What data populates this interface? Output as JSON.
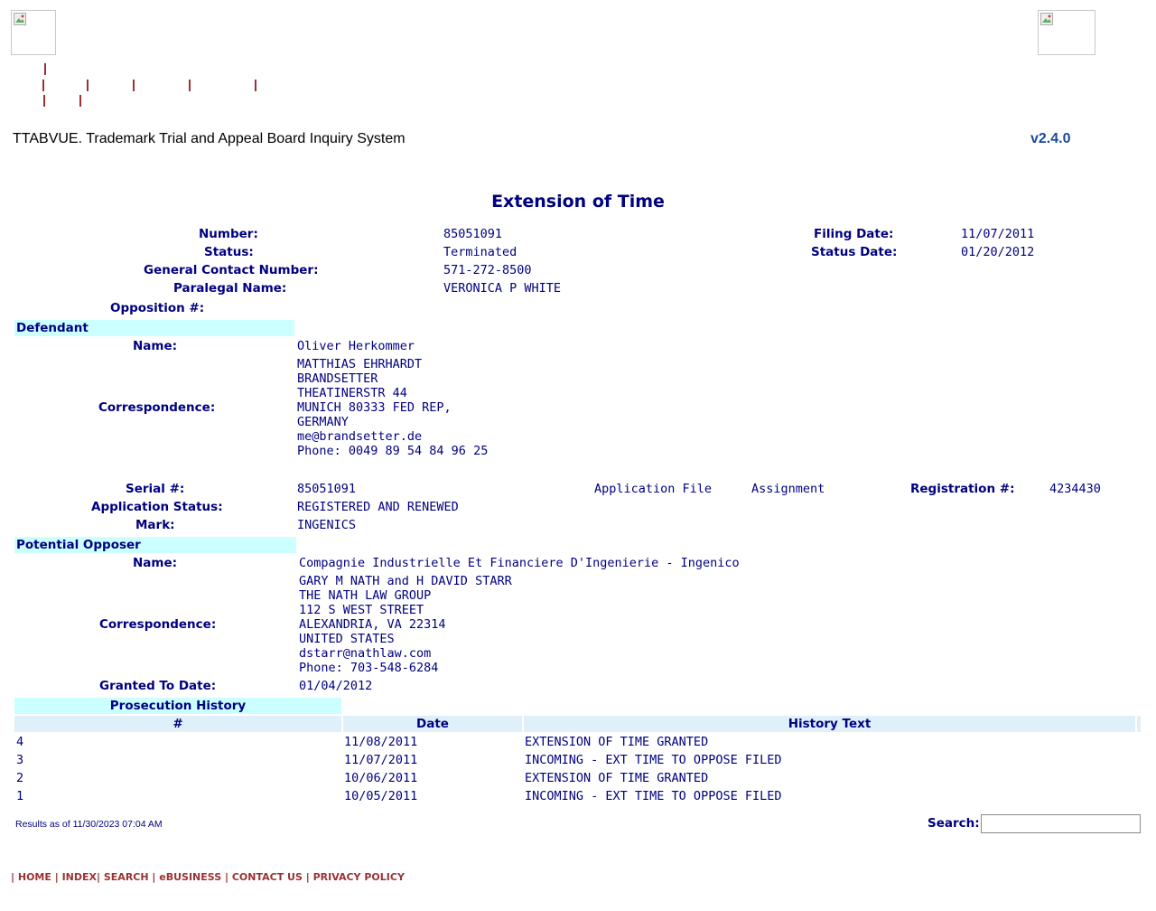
{
  "header": {
    "title": "TTABVUE. Trademark Trial and Appeal Board Inquiry System",
    "version": "v2.4.0"
  },
  "page_title": "Extension of Time",
  "summary": {
    "number_label": "Number:",
    "number": "85051091",
    "status_label": "Status:",
    "status": "Terminated",
    "contact_label": "General Contact Number:",
    "contact": "571-272-8500",
    "paralegal_label": "Paralegal Name:",
    "paralegal": "VERONICA P WHITE",
    "opposition_label": "Opposition #:",
    "filing_date_label": "Filing Date:",
    "filing_date": "11/07/2011",
    "status_date_label": "Status Date:",
    "status_date": "01/20/2012"
  },
  "defendant": {
    "section": "Defendant",
    "name_label": "Name:",
    "name": "Oliver Herkommer",
    "corr_label": "Correspondence:",
    "corr": [
      "MATTHIAS EHRHARDT",
      "BRANDSETTER",
      "THEATINERSTR 44",
      "MUNICH 80333 FED REP,",
      "GERMANY",
      "me@brandsetter.de",
      "Phone: 0049 89 54 84 96 25"
    ]
  },
  "mark_info": {
    "serial_label": "Serial #:",
    "serial": "85051091",
    "app_file_link": "Application File",
    "assignment_link": "Assignment",
    "reg_label": "Registration #:",
    "reg": "4234430",
    "app_status_label": "Application Status:",
    "app_status": "REGISTERED AND RENEWED",
    "mark_label": "Mark:",
    "mark": "INGENICS"
  },
  "opposer": {
    "section": "Potential Opposer",
    "name_label": "Name:",
    "name": "Compagnie Industrielle Et Financiere D'Ingenierie - Ingenico",
    "corr_label": "Correspondence:",
    "corr": [
      "GARY M NATH and H DAVID STARR",
      "THE NATH LAW GROUP",
      "112 S WEST STREET",
      "ALEXANDRIA, VA 22314",
      "UNITED STATES",
      "dstarr@nathlaw.com",
      "Phone: 703-548-6284"
    ],
    "granted_label": "Granted To Date:",
    "granted": "01/04/2012"
  },
  "history": {
    "section": "Prosecution History",
    "headers": [
      "#",
      "Date",
      "History Text"
    ],
    "rows": [
      {
        "num": "4",
        "date": "11/08/2011",
        "text": "EXTENSION OF TIME GRANTED"
      },
      {
        "num": "3",
        "date": "11/07/2011",
        "text": "INCOMING - EXT TIME TO OPPOSE FILED"
      },
      {
        "num": "2",
        "date": "10/06/2011",
        "text": "EXTENSION OF TIME GRANTED"
      },
      {
        "num": "1",
        "date": "10/05/2011",
        "text": "INCOMING - EXT TIME TO OPPOSE FILED"
      }
    ]
  },
  "results_as_of": "Results as of 11/30/2023 07:04 AM",
  "search": {
    "label": "Search:",
    "value": ""
  },
  "footer": {
    "home": "HOME",
    "index": "INDEX",
    "search": "SEARCH",
    "ebusiness": "eBUSINESS",
    "contact": "CONTACT US",
    "privacy": "PRIVACY POLICY"
  },
  "colors": {
    "navy": "#000080",
    "section_bg": "#ccffff",
    "header_bg": "#e0f0fa",
    "link_red": "#993333"
  },
  "icons": [
    "broken-image-icon"
  ]
}
